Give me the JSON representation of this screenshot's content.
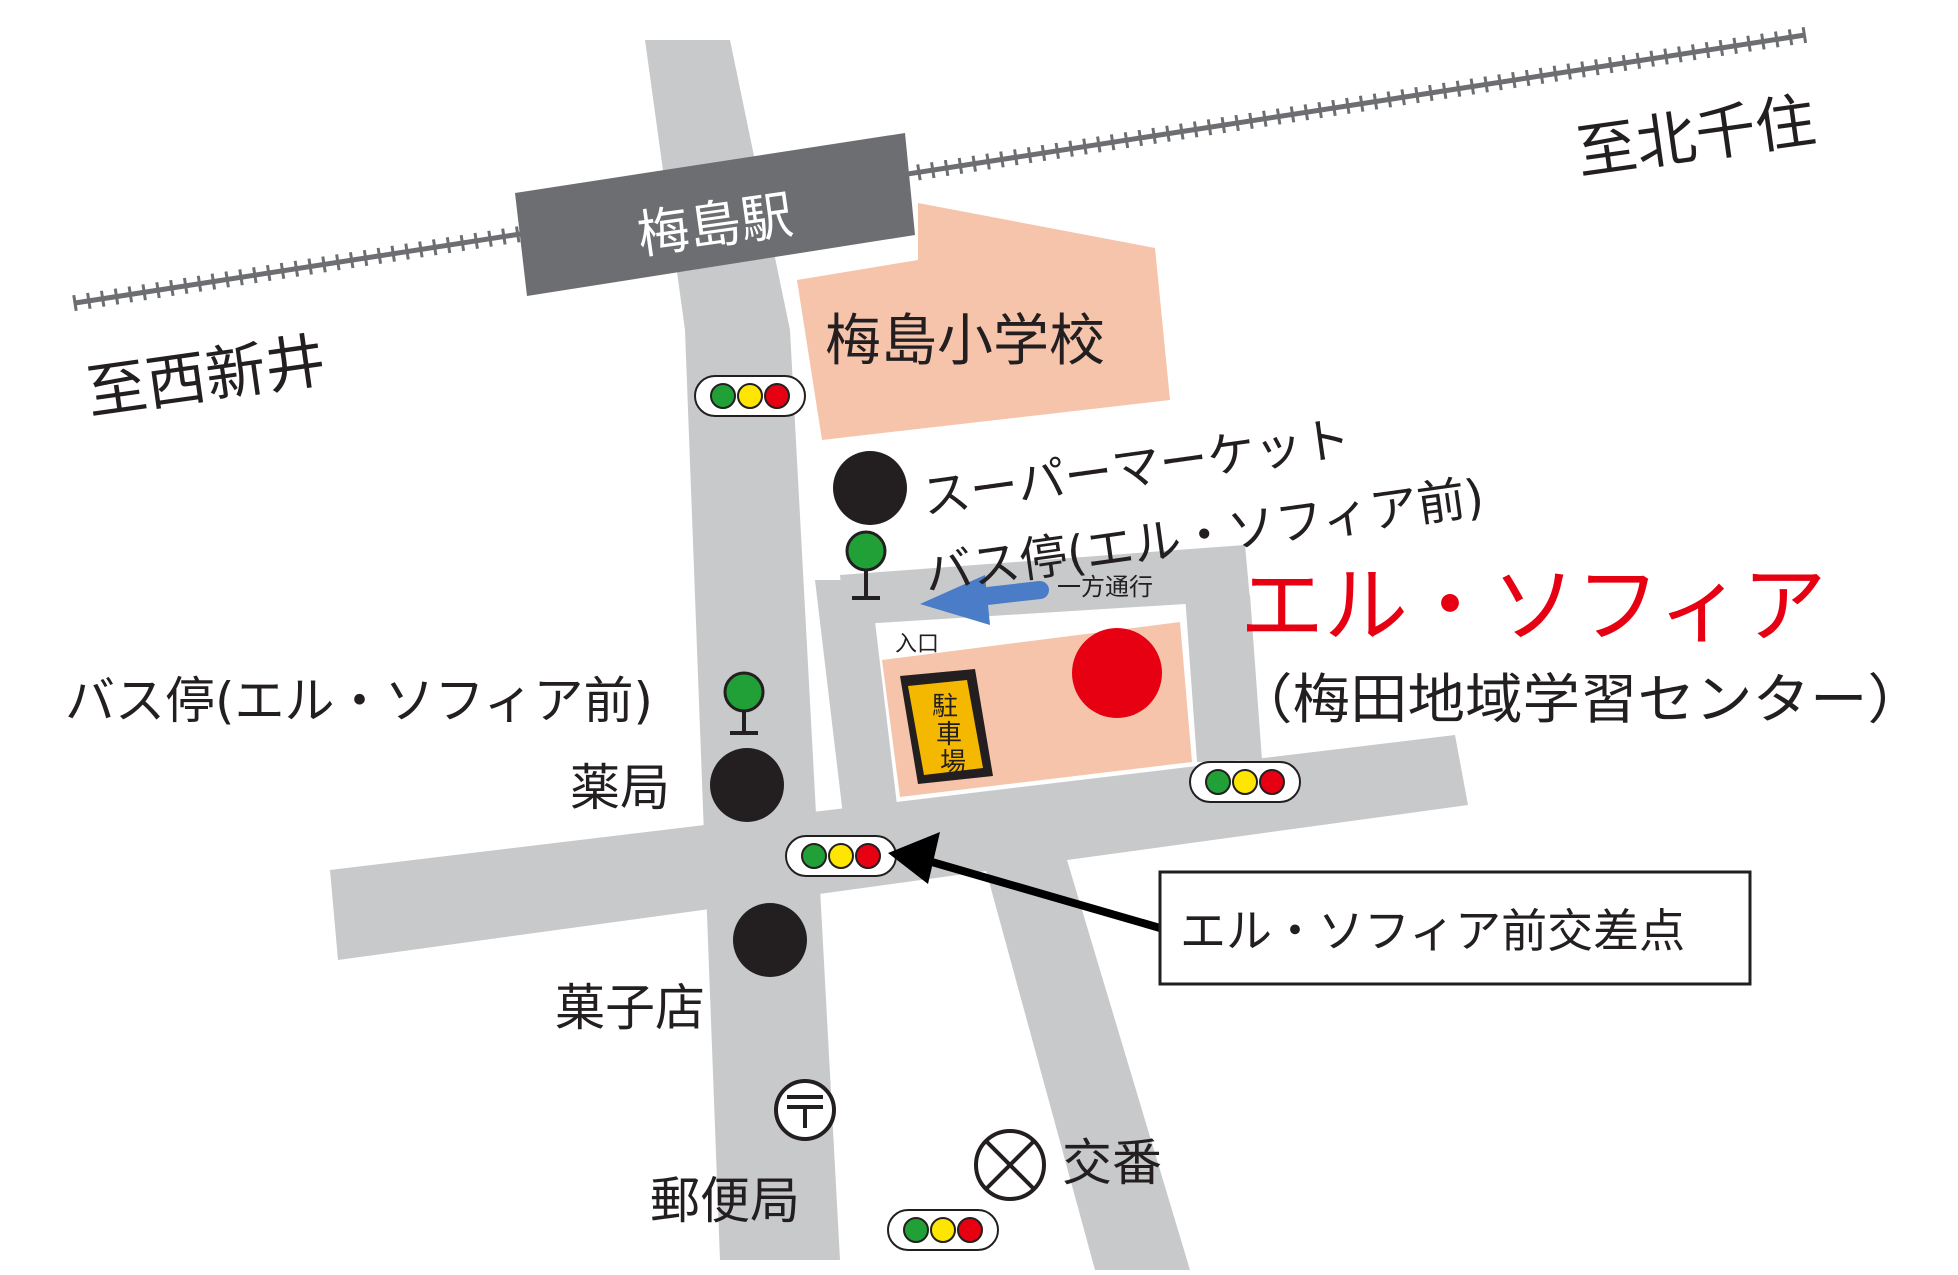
{
  "station": {
    "label": "梅島駅"
  },
  "directions": {
    "east": "至北千住",
    "west": "至西新井"
  },
  "school": {
    "label": "梅島小学校"
  },
  "supermarket": {
    "label": "スーパーマーケット"
  },
  "bus_stop_north": {
    "label": "バス停(エル・ソフィア前)"
  },
  "bus_stop_west": {
    "label": "バス停(エル・ソフィア前)"
  },
  "one_way": {
    "label": "一方通行"
  },
  "entrance": {
    "label": "入口"
  },
  "parking": {
    "char1": "駐",
    "char2": "車",
    "char3": "場"
  },
  "destination": {
    "name": "エル・ソフィア",
    "subtitle": "（梅田地域学習センター）"
  },
  "pharmacy": {
    "label": "薬局"
  },
  "sweets_shop": {
    "label": "菓子店"
  },
  "post_office": {
    "label": "郵便局"
  },
  "police_box": {
    "label": "交番"
  },
  "intersection_callout": {
    "label": "エル・ソフィア前交差点"
  },
  "colors": {
    "road": "#c8c9ca",
    "station": "#6d6e71",
    "school": "#f5c4ab",
    "destination_red": "#e60012",
    "arrow_blue": "#4a7cc7",
    "signal_green": "#21a038",
    "signal_yellow": "#ffe600",
    "signal_red": "#e60012",
    "parking_yellow": "#f5b800"
  }
}
